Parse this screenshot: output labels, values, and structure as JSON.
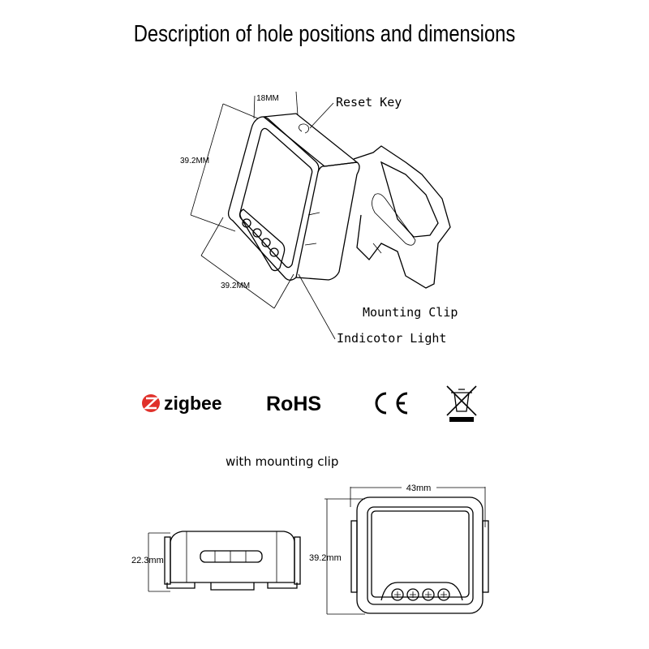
{
  "title": "Description of hole positions and dimensions",
  "iso_view": {
    "dim_depth": "18MM",
    "dim_height": "39.2MM",
    "dim_width": "39.2MM",
    "label_reset": "Reset Key",
    "label_clip": "Mounting Clip",
    "label_light": "Indicotor Light"
  },
  "certifications": {
    "zigbee": "zigbee",
    "rohs": "RoHS",
    "ce": "CE",
    "weee": "weee-bin-icon"
  },
  "subtitle": "with mounting clip",
  "side_view": {
    "dim_height": "22.3mm"
  },
  "front_view": {
    "dim_width": "43mm",
    "dim_height": "39.2mm"
  },
  "colors": {
    "zigbee_red": "#e0302a"
  }
}
